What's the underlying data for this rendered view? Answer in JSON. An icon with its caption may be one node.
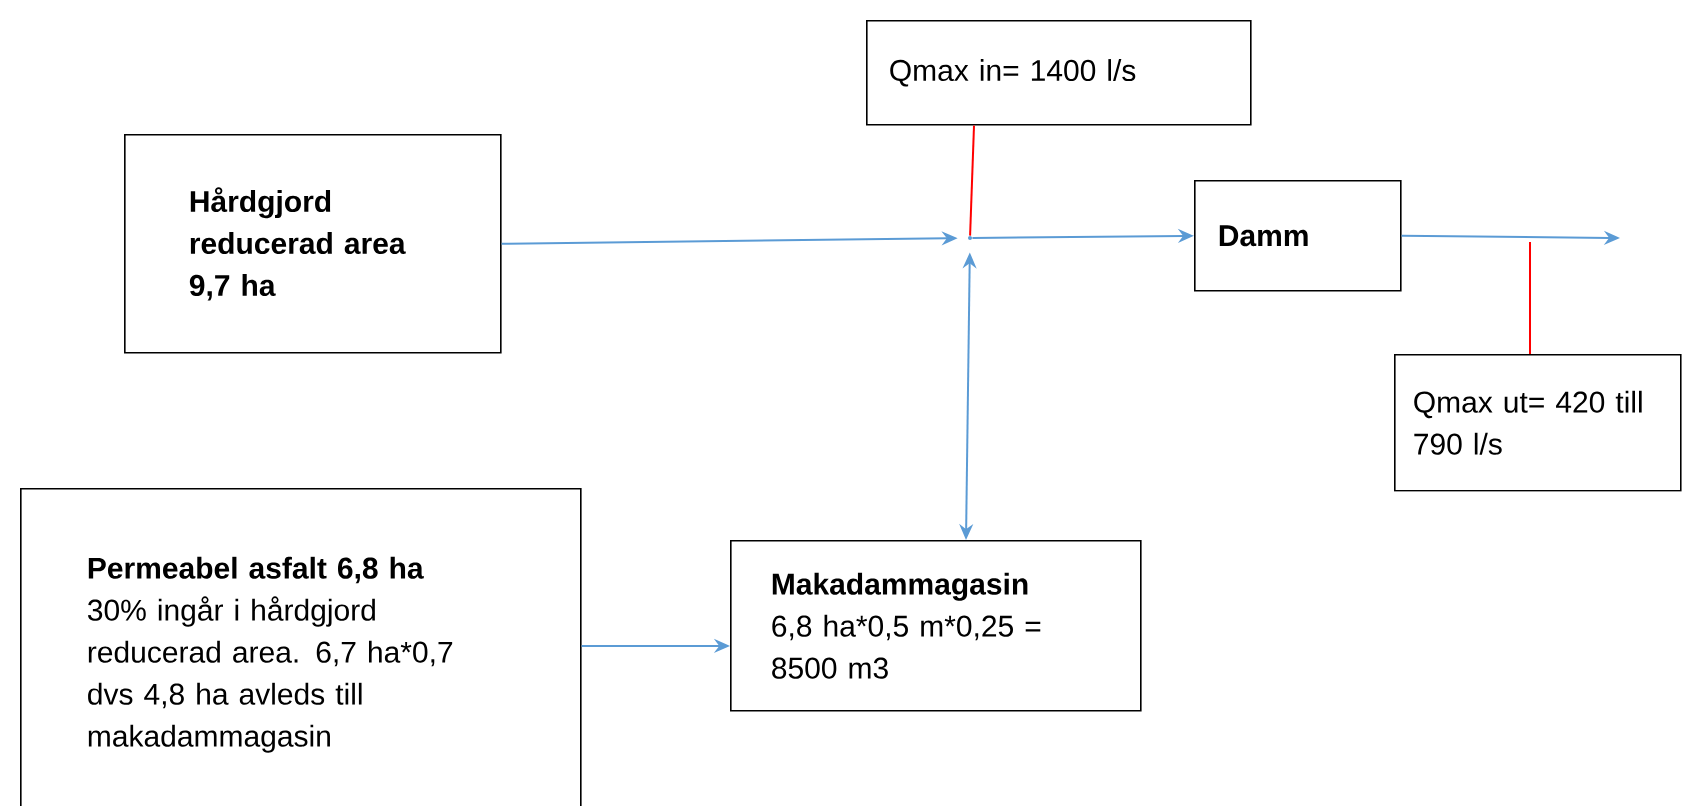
{
  "diagram": {
    "nodes": [
      {
        "text": [
          "Hårdgjord reducerad area 9,7 ha"
        ]
      },
      {
        "text": [],
        "shape": "circle"
      },
      {
        "text": [
          "Qmax in= 1400 l/s"
        ]
      },
      {
        "text": [
          "Damm"
        ]
      },
      {
        "text": [
          "Qmax ut= 420 till 790 l/s"
        ]
      },
      {
        "text": [
          "Permeabel asfalt 6,8 ha",
          "30% ingår i hårdgjord reducerad area. 6,7 ha*0,7 dvs 4,8 ha avleds till makadammagasin"
        ]
      },
      {
        "text": [
          "Makadammagasin",
          "6,8 ha*0,5 m*0,25 = 8500 m3"
        ]
      }
    ],
    "edges": [
      {
        "from": 0,
        "to": 1,
        "arrow": "to"
      },
      {
        "from": 1,
        "to": 3,
        "arrow": "to"
      },
      {
        "from": 6,
        "to": 1,
        "arrow": "both"
      },
      {
        "from": 2,
        "to": 1,
        "arrow": "none",
        "color": "#ff0000"
      },
      {
        "from": 3,
        "to": null,
        "arrow": "to"
      },
      {
        "from": 4,
        "to": null,
        "arrow": "none",
        "color": "#ff0000"
      },
      {
        "from": 5,
        "to": 6,
        "arrow": "to"
      }
    ]
  }
}
